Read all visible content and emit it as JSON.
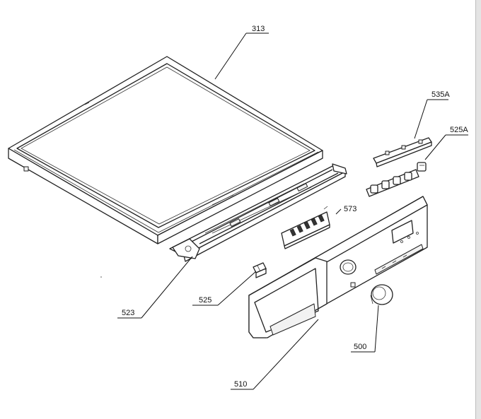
{
  "diagram": {
    "callouts": [
      {
        "id": "313",
        "label": "313"
      },
      {
        "id": "535A",
        "label": "535A"
      },
      {
        "id": "525A",
        "label": "525A"
      },
      {
        "id": "573",
        "label": "573"
      },
      {
        "id": "525",
        "label": "525"
      },
      {
        "id": "523",
        "label": "523"
      },
      {
        "id": "510",
        "label": "510"
      },
      {
        "id": "500",
        "label": "500"
      }
    ]
  }
}
